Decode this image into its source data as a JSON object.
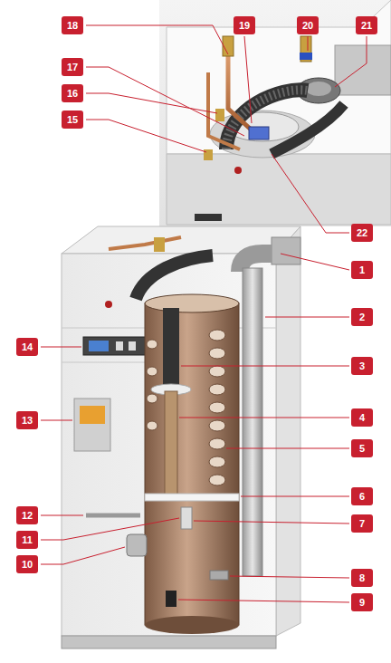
{
  "diagram": {
    "labels": [
      "18",
      "19",
      "20",
      "21",
      "17",
      "16",
      "15",
      "22",
      "1",
      "2",
      "14",
      "3",
      "13",
      "4",
      "5",
      "6",
      "12",
      "11",
      "7",
      "10",
      "8",
      "9"
    ]
  }
}
